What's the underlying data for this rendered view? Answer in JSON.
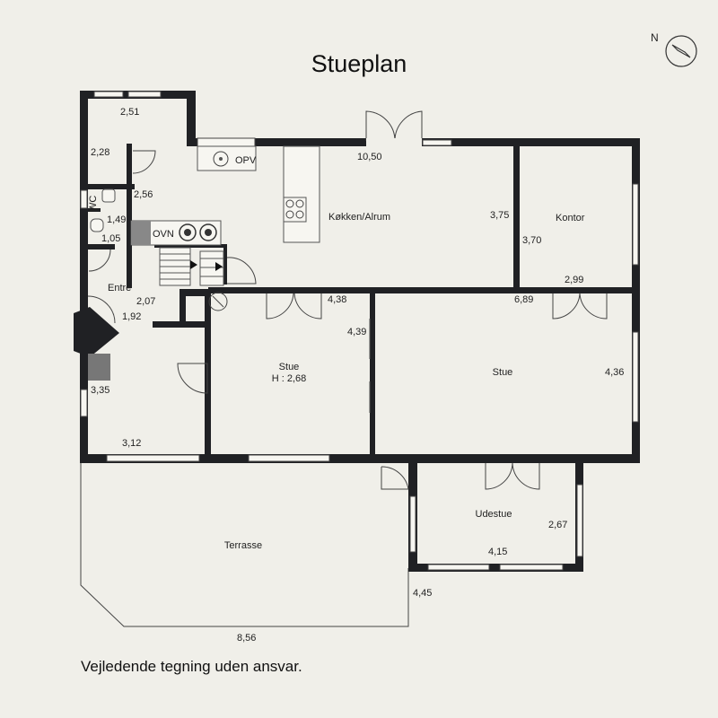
{
  "title": "Stueplan",
  "disclaimer": "Vejledende tegning uden ansvar.",
  "compass": {
    "label": "N"
  },
  "rooms": {
    "wc": "WC",
    "opv": "OPV",
    "ovn": "OVN",
    "kitchen": "Køkken/Alrum",
    "office": "Kontor",
    "entre": "Entré",
    "living_left": "Stue",
    "living_left_height": "H : 2,68",
    "living_right": "Stue",
    "sunroom": "Udestue",
    "terrace": "Terrasse"
  },
  "dimensions": {
    "d_251": "2,51",
    "d_228": "2,28",
    "d_256": "2,56",
    "d_149": "1,49",
    "d_105": "1,05",
    "d_1050": "10,50",
    "d_375": "3,75",
    "d_370": "3,70",
    "d_299": "2,99",
    "d_207": "2,07",
    "d_192": "1,92",
    "d_438": "4,38",
    "d_689": "6,89",
    "d_439": "4,39",
    "d_436": "4,36",
    "d_335": "3,35",
    "d_312": "3,12",
    "d_267": "2,67",
    "d_415": "4,15",
    "d_445": "4,45",
    "d_856": "8,56"
  }
}
